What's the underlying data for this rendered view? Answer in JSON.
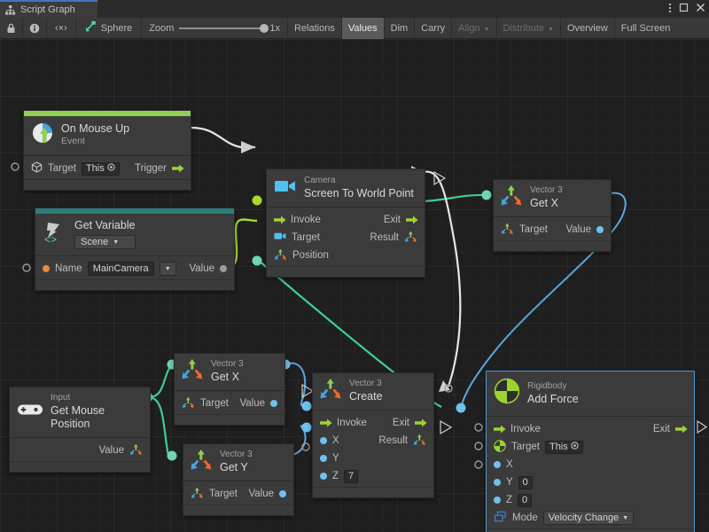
{
  "window": {
    "tab_label": "Script Graph",
    "tab_icon": "hierarchy-icon",
    "menu_icon": "kebab-menu-icon",
    "maximize_icon": "maximize-icon",
    "close_icon": "close-icon"
  },
  "toolbar": {
    "lock_icon": "lock-icon",
    "info_icon": "info-icon",
    "code_label": "‹×›",
    "graph_target_icon": "script-graph-icon",
    "graph_target_name": "Sphere",
    "zoom_label": "Zoom",
    "zoom_value": "1x",
    "buttons": [
      {
        "label": "Relations",
        "state": "normal"
      },
      {
        "label": "Values",
        "state": "active"
      },
      {
        "label": "Dim",
        "state": "normal"
      },
      {
        "label": "Carry",
        "state": "normal"
      },
      {
        "label": "Align",
        "state": "disabled",
        "dropdown": true
      },
      {
        "label": "Distribute",
        "state": "disabled",
        "dropdown": true
      },
      {
        "label": "Overview",
        "state": "normal"
      },
      {
        "label": "Full Screen",
        "state": "normal"
      }
    ]
  },
  "nodes": {
    "on_mouse_up": {
      "kind": "On Mouse Up",
      "title": "Event",
      "icon": "mouse-up-event-icon",
      "accent": "#8fd14f",
      "ports": {
        "target_label": "Target",
        "target_value": "This",
        "trigger_label": "Trigger"
      }
    },
    "get_variable": {
      "kind": "Get Variable",
      "icon": "variable-icon",
      "accent": "#2d7d7d",
      "scope": "Scene",
      "ports": {
        "name_label": "Name",
        "name_value": "MainCamera",
        "value_label": "Value"
      }
    },
    "camera_screen_to_world": {
      "kind": "Camera",
      "title": "Screen To World Point",
      "icon": "camera-icon",
      "ports": {
        "invoke_label": "Invoke",
        "exit_label": "Exit",
        "target_label": "Target",
        "result_label": "Result",
        "position_label": "Position"
      }
    },
    "vector3_getx_top": {
      "kind": "Vector 3",
      "title": "Get X",
      "icon": "vector3-icon",
      "ports": {
        "target_label": "Target",
        "value_label": "Value"
      }
    },
    "input_mouse_position": {
      "kind": "Input",
      "title": "Get Mouse Position",
      "icon": "gamepad-icon",
      "ports": {
        "value_label": "Value"
      }
    },
    "vector3_getx_mid": {
      "kind": "Vector 3",
      "title": "Get X",
      "icon": "vector3-icon",
      "ports": {
        "target_label": "Target",
        "value_label": "Value"
      }
    },
    "vector3_gety": {
      "kind": "Vector 3",
      "title": "Get Y",
      "icon": "vector3-icon",
      "ports": {
        "target_label": "Target",
        "value_label": "Value"
      }
    },
    "vector3_create": {
      "kind": "Vector 3",
      "title": "Create",
      "icon": "vector3-icon",
      "ports": {
        "invoke_label": "Invoke",
        "exit_label": "Exit",
        "x_label": "X",
        "result_label": "Result",
        "y_label": "Y",
        "z_label": "Z",
        "z_value": "7"
      }
    },
    "rigidbody_add_force": {
      "kind": "Rigidbody",
      "title": "Add Force",
      "icon": "rigidbody-icon",
      "selected": true,
      "ports": {
        "invoke_label": "Invoke",
        "exit_label": "Exit",
        "target_label": "Target",
        "target_value": "This",
        "x_label": "X",
        "y_label": "Y",
        "y_value": "0",
        "z_label": "Z",
        "z_value": "0",
        "mode_label": "Mode",
        "mode_value": "Velocity Change"
      }
    }
  },
  "colors": {
    "flow_wire": "#e6e6e6",
    "object_wire": "#a8da2a",
    "vector_wire": "#3ecf8e",
    "float_wire": "#5aa9dd",
    "accent_green": "#8fd14f",
    "accent_teal": "#2d7d7d",
    "selection": "#4d98d6"
  }
}
